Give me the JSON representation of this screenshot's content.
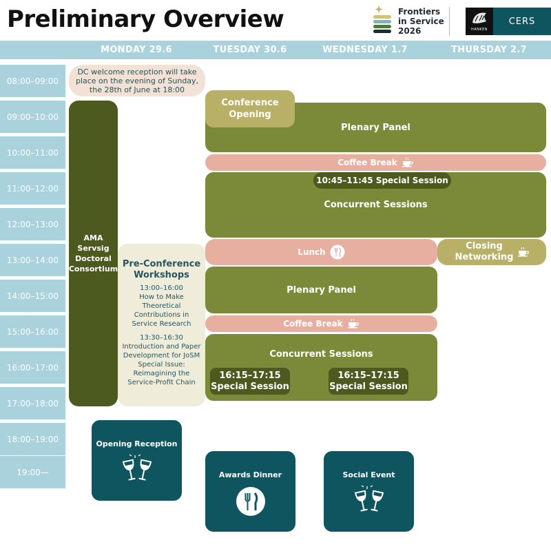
{
  "header": {
    "title": "Preliminary Overview",
    "fis_logo_lines": [
      "Frontiers",
      "in Service",
      "2026"
    ],
    "hanken_label": "HANKEN",
    "cers_label": "CERS"
  },
  "days": [
    "MONDAY 29.6",
    "TUESDAY 30.6",
    "WEDNESDAY 1.7",
    "THURSDAY 2.7"
  ],
  "times": [
    "08:00–09:00",
    "09:00–10:00",
    "10:00–11:00",
    "11:00–12:00",
    "12:00–13:00",
    "13:00–14:00",
    "14:00–15:00",
    "15:00–16:00",
    "16:00–17:00",
    "17:00–18:00",
    "18:00–19:00",
    "19:00—"
  ],
  "events": {
    "welcome_note": "DC welcome reception will take place on the evening of Sunday, the 28th of June at 18:00",
    "ama_consortium": [
      "AMA",
      "Servsig",
      "Doctoral",
      "Consortium"
    ],
    "pre_conf": {
      "title": "Pre-Conference Workshops",
      "w1_time": "13:00–16:00",
      "w1_title": "How to Make Theoretical Contributions in Service Research",
      "w2_time": "13:30–16:30",
      "w2_title": "Introduction and Paper Development for JoSM Special Issue: Reimagining the Service-Profit Chain"
    },
    "conference_opening": "Conference Opening",
    "plenary_panel_1": "Plenary Panel",
    "coffee_break_1": "Coffee Break",
    "special_session_morning": "10:45–11:45 Special Session",
    "concurrent_sessions_1": "Concurrent Sessions",
    "lunch": "Lunch",
    "closing_networking": "Closing Networking",
    "plenary_panel_2": "Plenary Panel",
    "coffee_break_2": "Coffee Break",
    "concurrent_sessions_2": "Concurrent Sessions",
    "special_session_a_time": "16:15–17:15",
    "special_session_a_label": "Special Session",
    "special_session_b_time": "16:15–17:15",
    "special_session_b_label": "Special Session",
    "opening_reception": "Opening Reception",
    "awards_dinner": "Awards Dinner",
    "social_event": "Social Event"
  },
  "icons": {
    "coffee": "coffee-cup-icon",
    "cutlery": "cutlery-icon",
    "glasses": "wine-glasses-icon"
  },
  "colors": {
    "header_blue": "#a9d2dd",
    "olive": "#7b8a38",
    "dark_olive": "#4d5a1f",
    "khaki": "#b9b068",
    "pink": "#e7afa0",
    "teal": "#0f5560"
  }
}
